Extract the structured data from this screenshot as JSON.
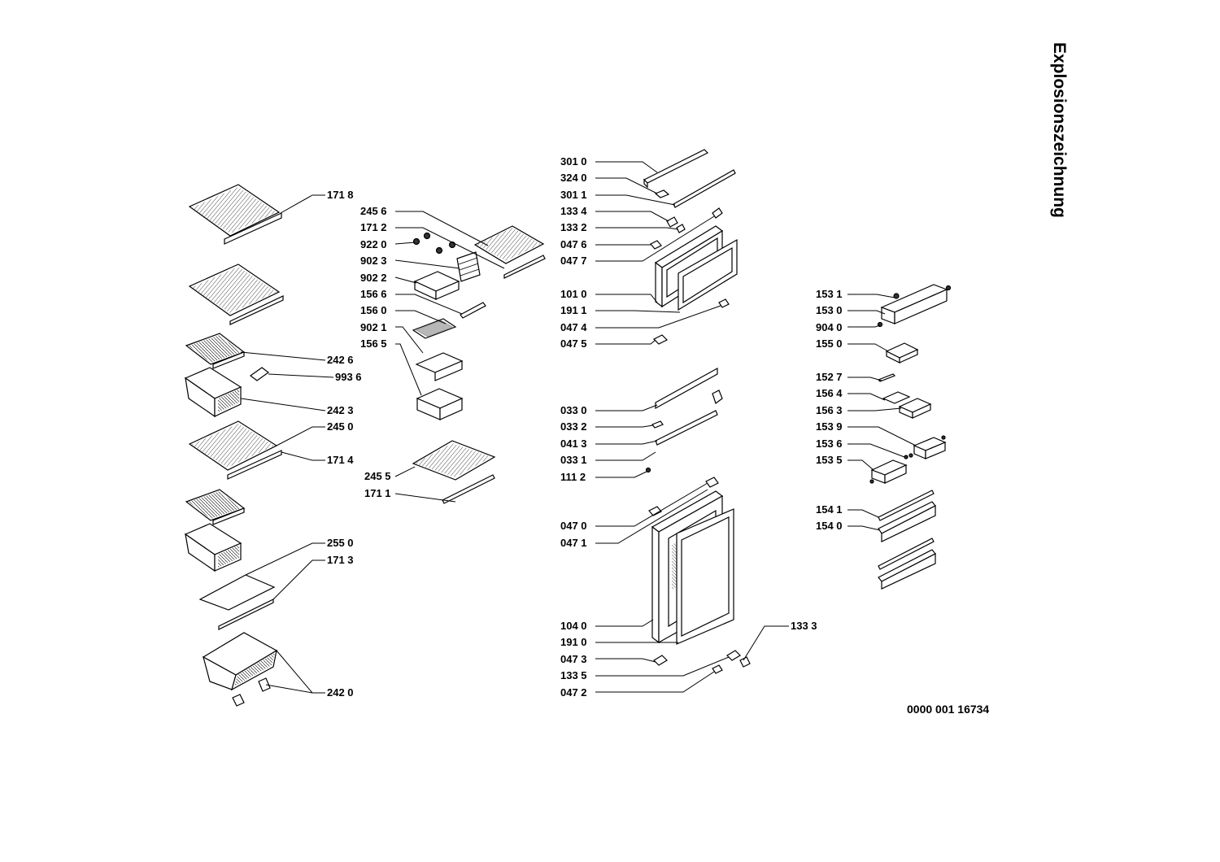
{
  "title": "Explosionszeichnung",
  "document_number": "0000 001 16734",
  "labels": {
    "p1718": "171 8",
    "p2456": "245 6",
    "p1712": "171 2",
    "p9220": "922 0",
    "p9023": "902 3",
    "p9022": "902 2",
    "p1566": "156 6",
    "p1560": "156 0",
    "p9021": "902 1",
    "p1565": "156 5",
    "p2426": "242 6",
    "p9936": "993 6",
    "p2423": "242 3",
    "p2450": "245 0",
    "p1714": "171 4",
    "p2455": "245 5",
    "p1711": "171 1",
    "p2550": "255 0",
    "p1713": "171 3",
    "p2420": "242 0",
    "p3010": "301 0",
    "p3240": "324 0",
    "p3011": "301 1",
    "p1334": "133 4",
    "p1332": "133 2",
    "p0476": "047 6",
    "p0477": "047 7",
    "p1010": "101 0",
    "p1911": "191 1",
    "p0474": "047 4",
    "p0475": "047 5",
    "p0330": "033 0",
    "p0332": "033 2",
    "p0413": "041 3",
    "p0331": "033 1",
    "p1112": "111 2",
    "p0470": "047 0",
    "p0471": "047 1",
    "p1040": "104 0",
    "p1910": "191 0",
    "p0473": "047 3",
    "p1335": "133 5",
    "p0472": "047 2",
    "p1333": "133 3",
    "p1531": "153 1",
    "p1530": "153 0",
    "p9040": "904 0",
    "p1550": "155 0",
    "p1527": "152 7",
    "p1564": "156 4",
    "p1563": "156 3",
    "p1539": "153 9",
    "p1536": "153 6",
    "p1535": "153 5",
    "p1541": "154 1",
    "p1540": "154 0"
  }
}
